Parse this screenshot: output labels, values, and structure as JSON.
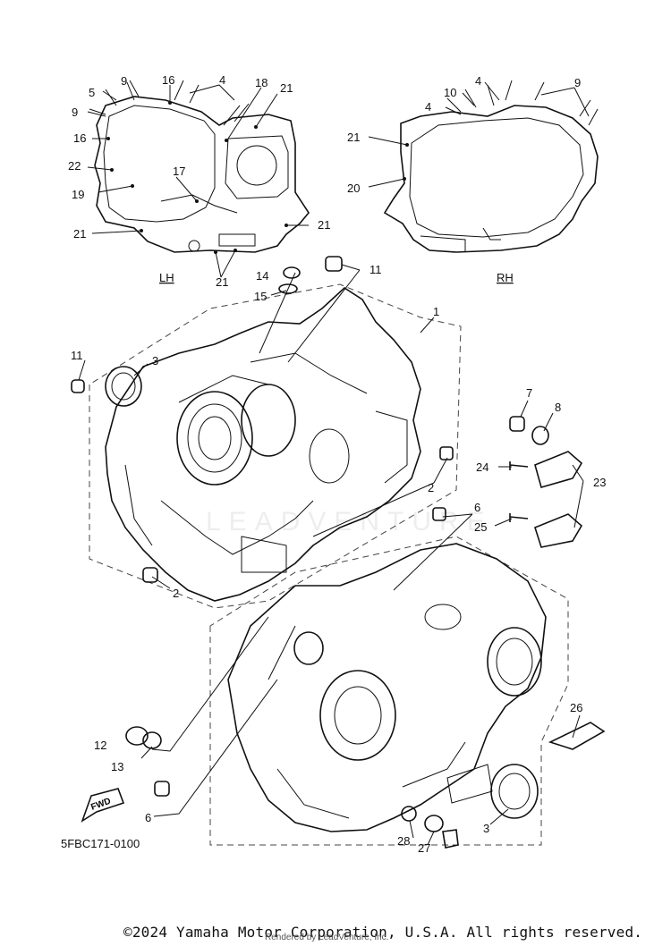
{
  "diagram": {
    "code": "5FBC171-0100",
    "side_labels": {
      "left": "LH",
      "right": "RH"
    },
    "fwd_label": "FWD",
    "callouts": [
      "1",
      "2",
      "2",
      "3",
      "3",
      "4",
      "4",
      "4",
      "4",
      "5",
      "6",
      "6",
      "7",
      "8",
      "9",
      "9",
      "9",
      "10",
      "11",
      "11",
      "12",
      "13",
      "14",
      "15",
      "16",
      "16",
      "17",
      "18",
      "19",
      "20",
      "21",
      "21",
      "21",
      "21",
      "21",
      "22",
      "23",
      "24",
      "25",
      "26",
      "27",
      "28"
    ]
  },
  "footer": {
    "copyright": "©2024 Yamaha Motor Corporation, U.S.A. All rights reserved.",
    "rendered_by": "Rendered by LeadVenture, Inc."
  }
}
